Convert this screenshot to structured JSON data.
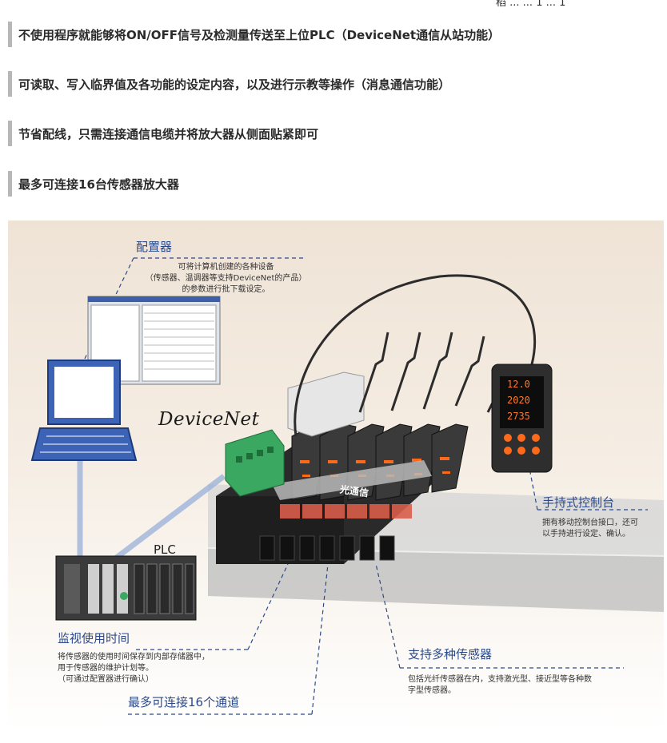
{
  "top_fragment": "稻 ... ... 1 ... 1",
  "features": [
    "不使用程序就能够将ON/OFF信号及检测量传送至上位PLC（DeviceNet通信从站功能）",
    "可读取、写入临界值及各功能的设定内容，以及进行示教等操作（消息通信功能）",
    "节省配线，只需连接通信电缆并将放大器从侧面贴紧即可",
    "最多可连接16台传感器放大器"
  ],
  "figure": {
    "configurator": {
      "title": "配置器",
      "desc": "可将计算机创建的各种设备\n（传感器、温调器等支持DeviceNet的产品）\n的参数进行批下载设定。"
    },
    "devicenet_logo": "DeviceNet",
    "plc_label": "PLC",
    "optical_comm": "光通信",
    "handheld": {
      "title": "手持式控制台",
      "desc": "拥有移动控制台接口，还可\n以手持进行设定、确认。",
      "screen_lines": [
        "12.0",
        "2020",
        "2735"
      ]
    },
    "monitor": {
      "title": "监视使用时间",
      "desc": "将传感器的使用时间保存到内部存储器中，\n用于传感器的维护计划等。\n（可通过配置器进行确认）"
    },
    "channels": {
      "title": "最多可连接16个通道"
    },
    "sensors": {
      "title": "支持多种传感器",
      "desc": "包括光纤传感器在内，支持激光型、接近型等各种数\n字型传感器。"
    },
    "colors": {
      "label_blue": "#2b4a8b",
      "device_dark": "#2a2a2a",
      "connector_green": "#3aa860",
      "led_orange": "#ff6a1a"
    }
  }
}
